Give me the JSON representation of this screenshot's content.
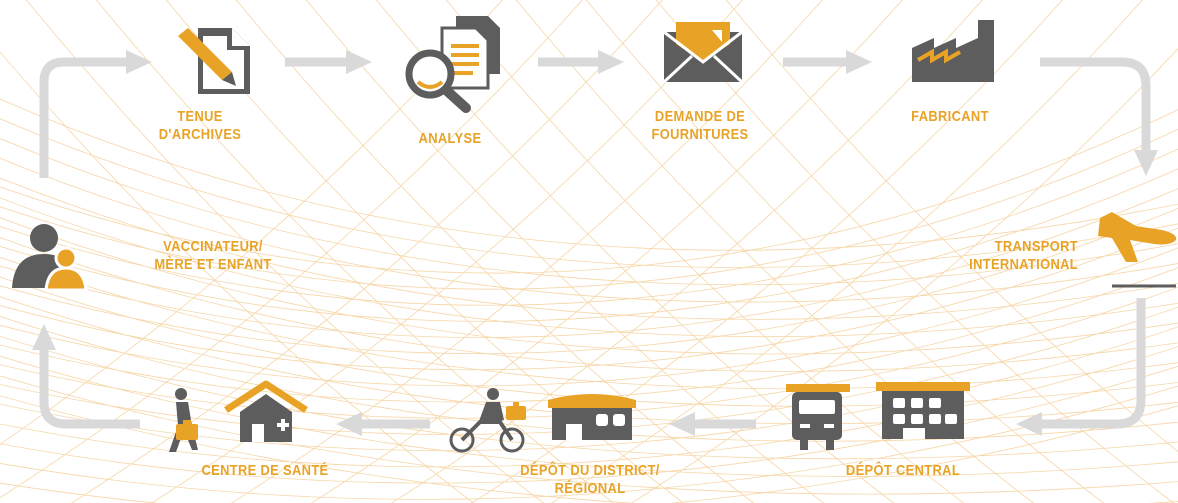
{
  "colors": {
    "accent": "#e8a326",
    "icon_gray": "#5d5d5d",
    "arrow_gray": "#d9d9d9",
    "mesh_orange": "#f3c88a"
  },
  "steps": [
    {
      "icon": "document-pencil-icon",
      "line1": "TENUE",
      "line2": "D'ARCHIVES"
    },
    {
      "icon": "magnifier-documents-icon",
      "line1": "ANALYSE",
      "line2": ""
    },
    {
      "icon": "envelope-icon",
      "line1": "DEMANDE DE",
      "line2": "FOURNITURES"
    },
    {
      "icon": "factory-icon",
      "line1": "FABRICANT",
      "line2": ""
    },
    {
      "icon": "airplane-icon",
      "line1": "TRANSPORT",
      "line2": "INTERNATIONAL"
    },
    {
      "icon": "truck-warehouse-icon",
      "line1": "DÉPÔT CENTRAL",
      "line2": ""
    },
    {
      "icon": "motorcycle-depot-icon",
      "line1": "DÉPÔT DU DISTRICT/",
      "line2": "RÉGIONAL"
    },
    {
      "icon": "walker-house-icon",
      "line1": "CENTRE DE SANTÉ",
      "line2": ""
    },
    {
      "icon": "people-icon",
      "line1": "VACCINATEUR/",
      "line2": "MÈRE ET ENFANT"
    }
  ]
}
